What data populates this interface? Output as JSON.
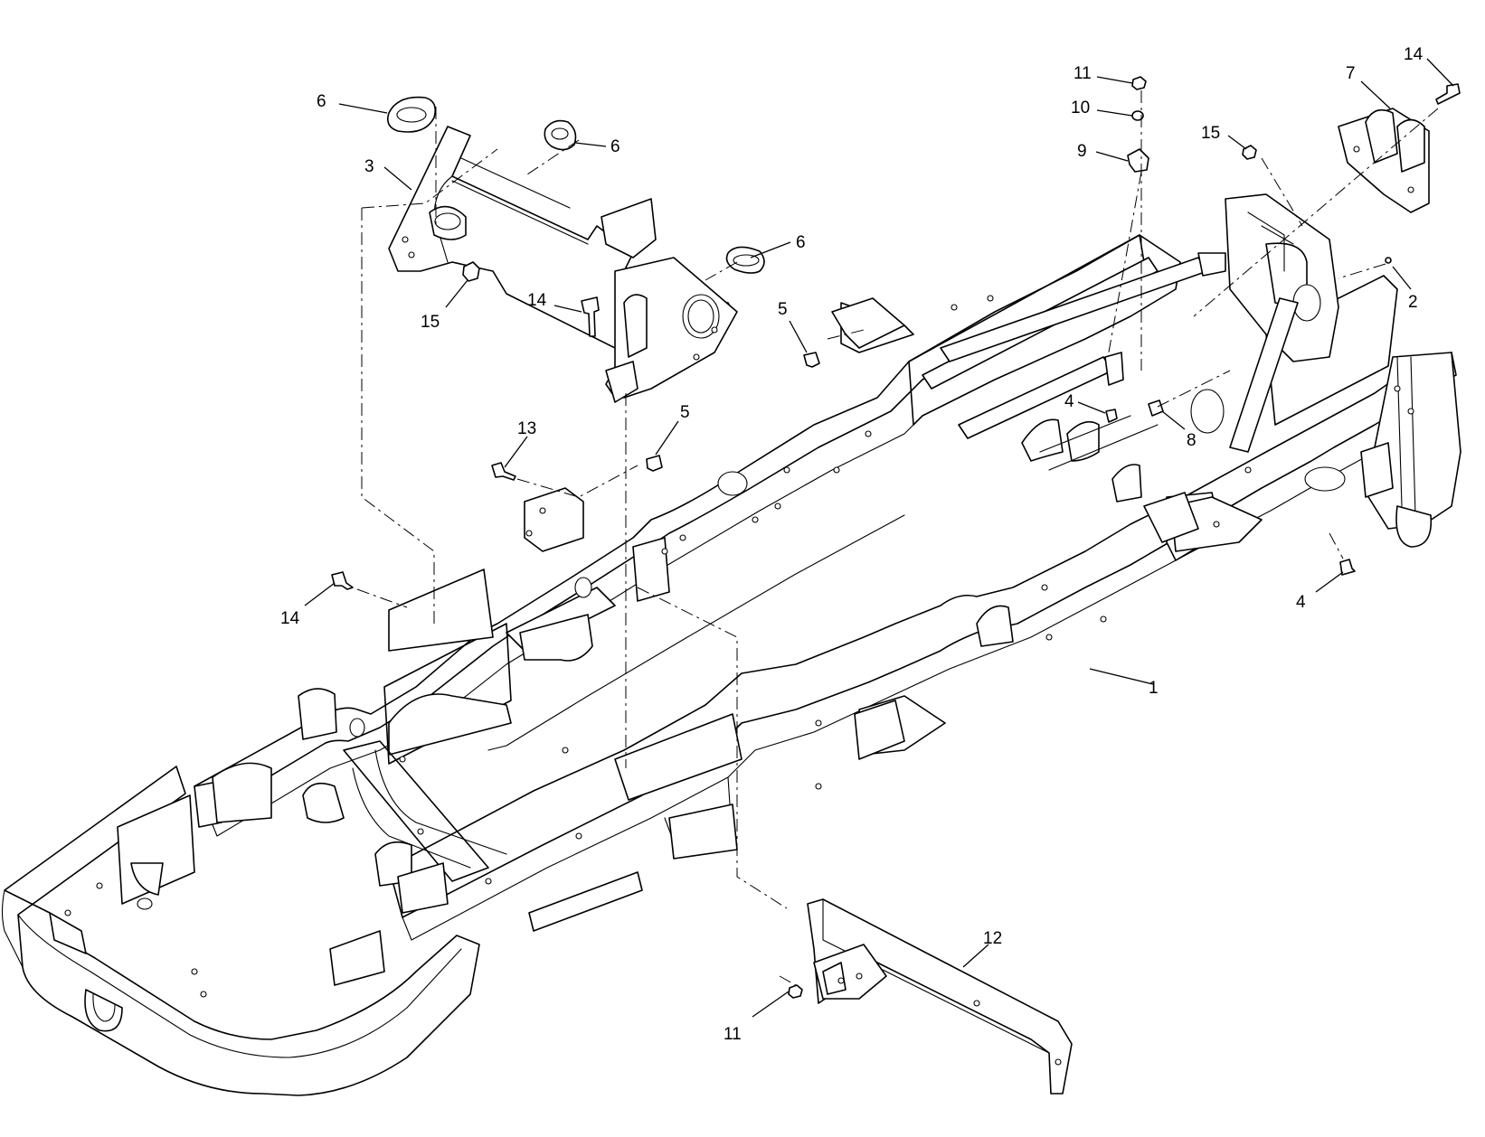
{
  "callouts": [
    {
      "id": "c6a",
      "label": "6"
    },
    {
      "id": "c3",
      "label": "3"
    },
    {
      "id": "c6b",
      "label": "6"
    },
    {
      "id": "c6c",
      "label": "6"
    },
    {
      "id": "c15a",
      "label": "15"
    },
    {
      "id": "c14a",
      "label": "14"
    },
    {
      "id": "c5a",
      "label": "5"
    },
    {
      "id": "c13",
      "label": "13"
    },
    {
      "id": "c5b",
      "label": "5"
    },
    {
      "id": "c14b",
      "label": "14"
    },
    {
      "id": "c11a",
      "label": "11"
    },
    {
      "id": "c10",
      "label": "10"
    },
    {
      "id": "c9",
      "label": "9"
    },
    {
      "id": "c7",
      "label": "7"
    },
    {
      "id": "c14c",
      "label": "14"
    },
    {
      "id": "c15b",
      "label": "15"
    },
    {
      "id": "c2",
      "label": "2"
    },
    {
      "id": "c4a",
      "label": "4"
    },
    {
      "id": "c8",
      "label": "8"
    },
    {
      "id": "c4b",
      "label": "4"
    },
    {
      "id": "c1",
      "label": "1"
    },
    {
      "id": "c12",
      "label": "12"
    },
    {
      "id": "c11b",
      "label": "11"
    }
  ]
}
